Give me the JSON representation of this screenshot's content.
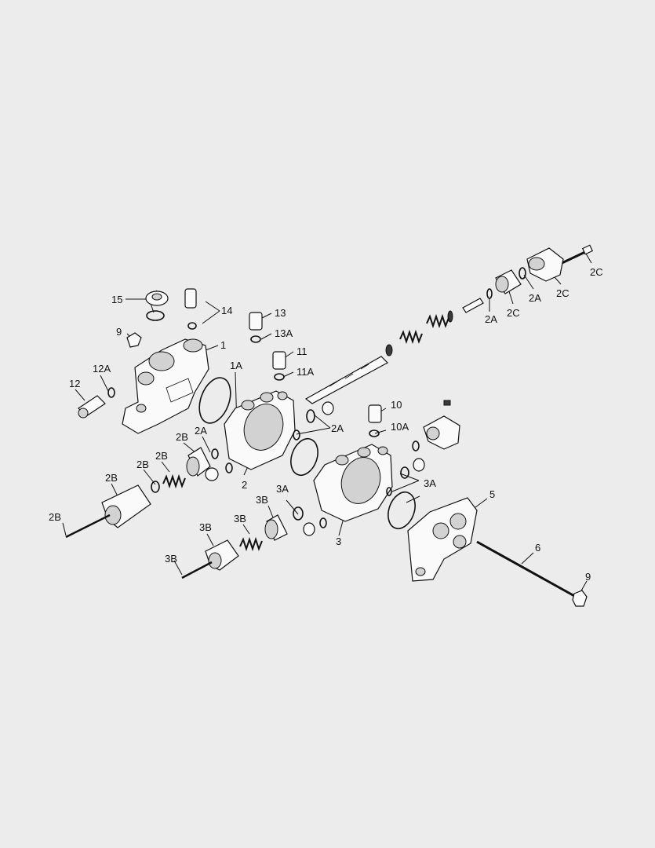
{
  "colors": {
    "background": "#ececec",
    "ink": "#111111",
    "part_fill": "#fafafa",
    "shade": "#d2d2d2"
  },
  "labels": [
    {
      "id": "l-15",
      "text": "15"
    },
    {
      "id": "l-14",
      "text": "14"
    },
    {
      "id": "l-9a",
      "text": "9"
    },
    {
      "id": "l-1",
      "text": "1"
    },
    {
      "id": "l-13",
      "text": "13"
    },
    {
      "id": "l-13a",
      "text": "13A"
    },
    {
      "id": "l-11",
      "text": "11"
    },
    {
      "id": "l-11a",
      "text": "11A"
    },
    {
      "id": "l-1a",
      "text": "1A"
    },
    {
      "id": "l-12a",
      "text": "12A"
    },
    {
      "id": "l-12",
      "text": "12"
    },
    {
      "id": "l-2a-1",
      "text": "2A"
    },
    {
      "id": "l-2a-2",
      "text": "2A"
    },
    {
      "id": "l-2a-3",
      "text": "2A"
    },
    {
      "id": "l-2a-4",
      "text": "2A"
    },
    {
      "id": "l-2c-1",
      "text": "2C"
    },
    {
      "id": "l-2c-2",
      "text": "2C"
    },
    {
      "id": "l-2c-3",
      "text": "2C"
    },
    {
      "id": "l-2b-1",
      "text": "2B"
    },
    {
      "id": "l-2b-2",
      "text": "2B"
    },
    {
      "id": "l-2b-3",
      "text": "2B"
    },
    {
      "id": "l-2b-4",
      "text": "2B"
    },
    {
      "id": "l-2b-5",
      "text": "2B"
    },
    {
      "id": "l-2",
      "text": "2"
    },
    {
      "id": "l-10",
      "text": "10"
    },
    {
      "id": "l-10a",
      "text": "10A"
    },
    {
      "id": "l-3a-1",
      "text": "3A"
    },
    {
      "id": "l-3a-2",
      "text": "3A"
    },
    {
      "id": "l-3b-1",
      "text": "3B"
    },
    {
      "id": "l-3b-2",
      "text": "3B"
    },
    {
      "id": "l-3b-3",
      "text": "3B"
    },
    {
      "id": "l-3b-4",
      "text": "3B"
    },
    {
      "id": "l-3",
      "text": "3"
    },
    {
      "id": "l-5",
      "text": "5"
    },
    {
      "id": "l-6",
      "text": "6"
    },
    {
      "id": "l-9b",
      "text": "9"
    }
  ]
}
